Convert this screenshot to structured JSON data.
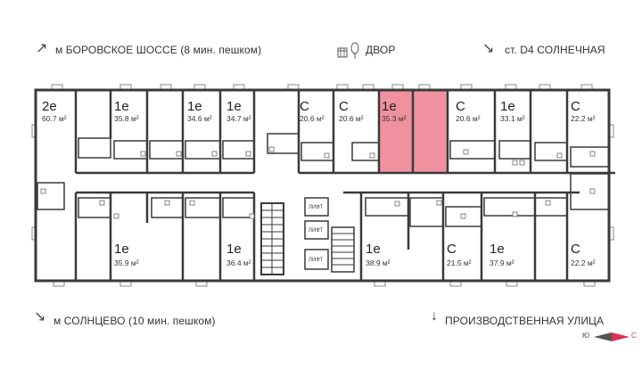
{
  "directions": {
    "top_left": "м БОРОВСКОЕ ШОССЕ (8 мин. пешком)",
    "top_middle": "ДВОР",
    "top_right": "ст. D4 СОЛНЕЧНАЯ",
    "bottom_left": "м СОЛНЦЕВО (10 мин. пешком)",
    "bottom_right": "ПРОИЗВОДСТВЕННАЯ УЛИЦА"
  },
  "compass": {
    "left": "Ю",
    "right": "С"
  },
  "lift_label": "ЛИФТ",
  "colors": {
    "highlight": "#f0919f",
    "wall": "#3a3a3a",
    "accent": "#e0304f"
  },
  "apartments": [
    {
      "id": "t1",
      "type": "2е",
      "area": "60.7 м²",
      "selected": false
    },
    {
      "id": "t2",
      "type": "1е",
      "area": "35.8 м²",
      "selected": false
    },
    {
      "id": "t3",
      "type": "1е",
      "area": "34.6 м²",
      "selected": false
    },
    {
      "id": "t4",
      "type": "1е",
      "area": "34.7 м²",
      "selected": false
    },
    {
      "id": "t5",
      "type": "С",
      "area": "20.6 м²",
      "selected": false
    },
    {
      "id": "t6",
      "type": "С",
      "area": "20.6 м²",
      "selected": false
    },
    {
      "id": "t7",
      "type": "1е",
      "area": "35.3 м²",
      "selected": true
    },
    {
      "id": "t8",
      "type": "С",
      "area": "20.6 м²",
      "selected": false
    },
    {
      "id": "t9",
      "type": "1е",
      "area": "33.1 м²",
      "selected": false
    },
    {
      "id": "t10",
      "type": "С",
      "area": "22.2 м²",
      "selected": false
    },
    {
      "id": "b1",
      "type": "1е",
      "area": "35.9 м²",
      "selected": false
    },
    {
      "id": "b2",
      "type": "1е",
      "area": "36.4 м²",
      "selected": false
    },
    {
      "id": "b3",
      "type": "1е",
      "area": "38.9 м²",
      "selected": false
    },
    {
      "id": "b4",
      "type": "С",
      "area": "21.5 м²",
      "selected": false
    },
    {
      "id": "b5",
      "type": "1е",
      "area": "37.9 м²",
      "selected": false
    },
    {
      "id": "b6",
      "type": "С",
      "area": "22.2 м²",
      "selected": false
    }
  ]
}
